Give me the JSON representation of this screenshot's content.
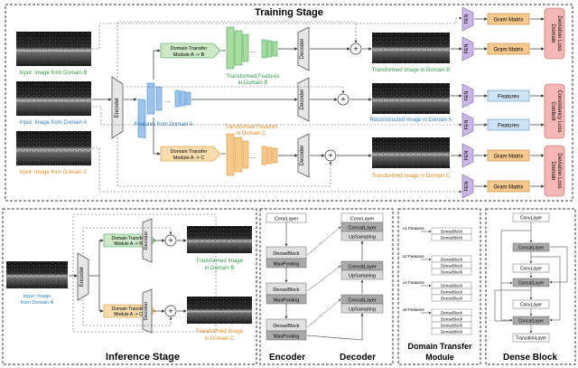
{
  "training": {
    "title": "Training Stage",
    "input_b": "Input: Image from Domain B",
    "input_a": "Input: Image from Domain A",
    "input_c": "Input: Image from Domain C",
    "encoder": "Encoder",
    "features_a": "Features from Domain A",
    "dt_ab": [
      "Domain Transfer",
      "Module A -> B"
    ],
    "dt_ac": [
      "Domain Transfer",
      "Module A -> C"
    ],
    "tf_b": [
      "Transformed Features",
      "in Domain B"
    ],
    "tf_c": [
      "Transformed Features",
      "in Domain C"
    ],
    "decoder": "Decoder",
    "dots": "...",
    "out_b": "Transformed Image in Domain B",
    "out_a": "Reconstructed Image in Domain A",
    "out_c": "Transformed Image in Domain C",
    "fen": "FEN",
    "gram": "Gram Matrix",
    "features": "Features",
    "loss_dd1": [
      "Domain",
      "Deviation Loss"
    ],
    "loss_cc": [
      "Content",
      "Consistency Loss"
    ],
    "loss_dd2": [
      "Domain",
      "Deviation Loss"
    ],
    "plus": "+"
  },
  "inference": {
    "title": "Inference Stage",
    "input": [
      "Input: Image",
      "from Domain A"
    ],
    "encoder": "Encoder",
    "decoder": "Decoder",
    "dt_ab": [
      "Domain Transfer",
      "Module A -> B"
    ],
    "dt_ac": [
      "Domain Transfer",
      "Module A -> C"
    ],
    "out_b": [
      "Transformed Image",
      "in Domain B"
    ],
    "out_c": [
      "Transformed Image",
      "in Domain C"
    ],
    "plus": "+"
  },
  "encdec": {
    "title_enc": "Encoder",
    "title_dec": "Decoder",
    "conv": "ConvLayer",
    "dense": "DenseBlock",
    "maxpool": "MaxPooling",
    "concat": "ConcatLayer",
    "upsample": "UpSampling"
  },
  "dtm": {
    "title": [
      "Domain Transfer",
      "Module"
    ],
    "x1": "x1 Features",
    "x2": "x2 Features",
    "x4": "x4 Features",
    "x8": "x8 Features",
    "dense": "DenseBlock"
  },
  "denseblock": {
    "title": "Dense Block",
    "conv": "ConvLayer",
    "concat": "ConcatLayer",
    "transition": "TransitionLayer"
  },
  "colors": {
    "green": "#2e9a45",
    "blue": "#2f7fc1",
    "orange": "#e08a1e",
    "fen": "#c9b6e4",
    "gram": "#f6c98f",
    "features": "#cfe3f7",
    "loss": "#f4b7b4",
    "gray": "#d8d8d8",
    "darkgray": "#a9a9a9"
  }
}
